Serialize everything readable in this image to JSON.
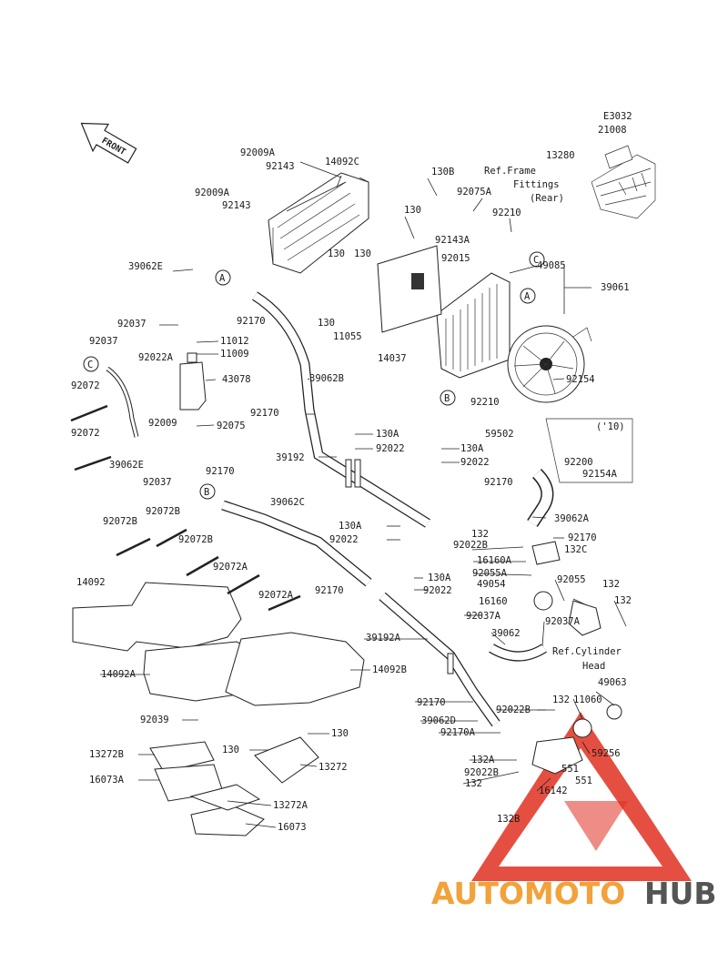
{
  "diagram_code": "E3032",
  "front_label": "FRONT",
  "refs": {
    "frame_fittings": [
      "Ref.Frame",
      "Fittings",
      "(Rear)"
    ],
    "cylinder_head": [
      "Ref.Cylinder",
      "Head"
    ]
  },
  "year_note": "('10)",
  "callouts": [
    "A",
    "A",
    "B",
    "B",
    "C",
    "C"
  ],
  "watermark": {
    "brand_part1": "AUTOMOTO",
    "brand_part2": "HUB",
    "color1": "#f2a23a",
    "color2": "#555555",
    "triangle_color": "#e03020"
  },
  "labels": [
    "21008",
    "13280",
    "92009A",
    "92143",
    "14092C",
    "92009A",
    "92143",
    "130B",
    "92075A",
    "130",
    "92210",
    "39062E",
    "130",
    "130",
    "92143A",
    "92015",
    "49085",
    "39061",
    "92170",
    "130",
    "11055",
    "14037",
    "92037",
    "11012",
    "11009",
    "92037",
    "92022A",
    "43078",
    "39062B",
    "92072",
    "92154",
    "92210",
    "92009",
    "92170",
    "92075",
    "92072",
    "59502",
    "39062E",
    "92037",
    "130A",
    "92022",
    "130A",
    "92022",
    "39192",
    "92200",
    "92154A",
    "92170",
    "92170",
    "39062C",
    "39062A",
    "92072B",
    "92072B",
    "130A",
    "92022",
    "132",
    "92170",
    "92072B",
    "92022B",
    "132C",
    "16160A",
    "92055A",
    "92072A",
    "130A",
    "92022",
    "49054",
    "92055",
    "132",
    "14092",
    "92170",
    "92072A",
    "16160",
    "132",
    "92037A",
    "92037A",
    "39062",
    "39192A",
    "14092A",
    "14092B",
    "92170",
    "132",
    "11060",
    "49063",
    "92039",
    "39062D",
    "92022B",
    "130",
    "92170A",
    "13272B",
    "130",
    "59256",
    "13272",
    "132A",
    "551",
    "92022B",
    "551",
    "16073A",
    "132",
    "16142",
    "13272A",
    "132B",
    "16073"
  ]
}
